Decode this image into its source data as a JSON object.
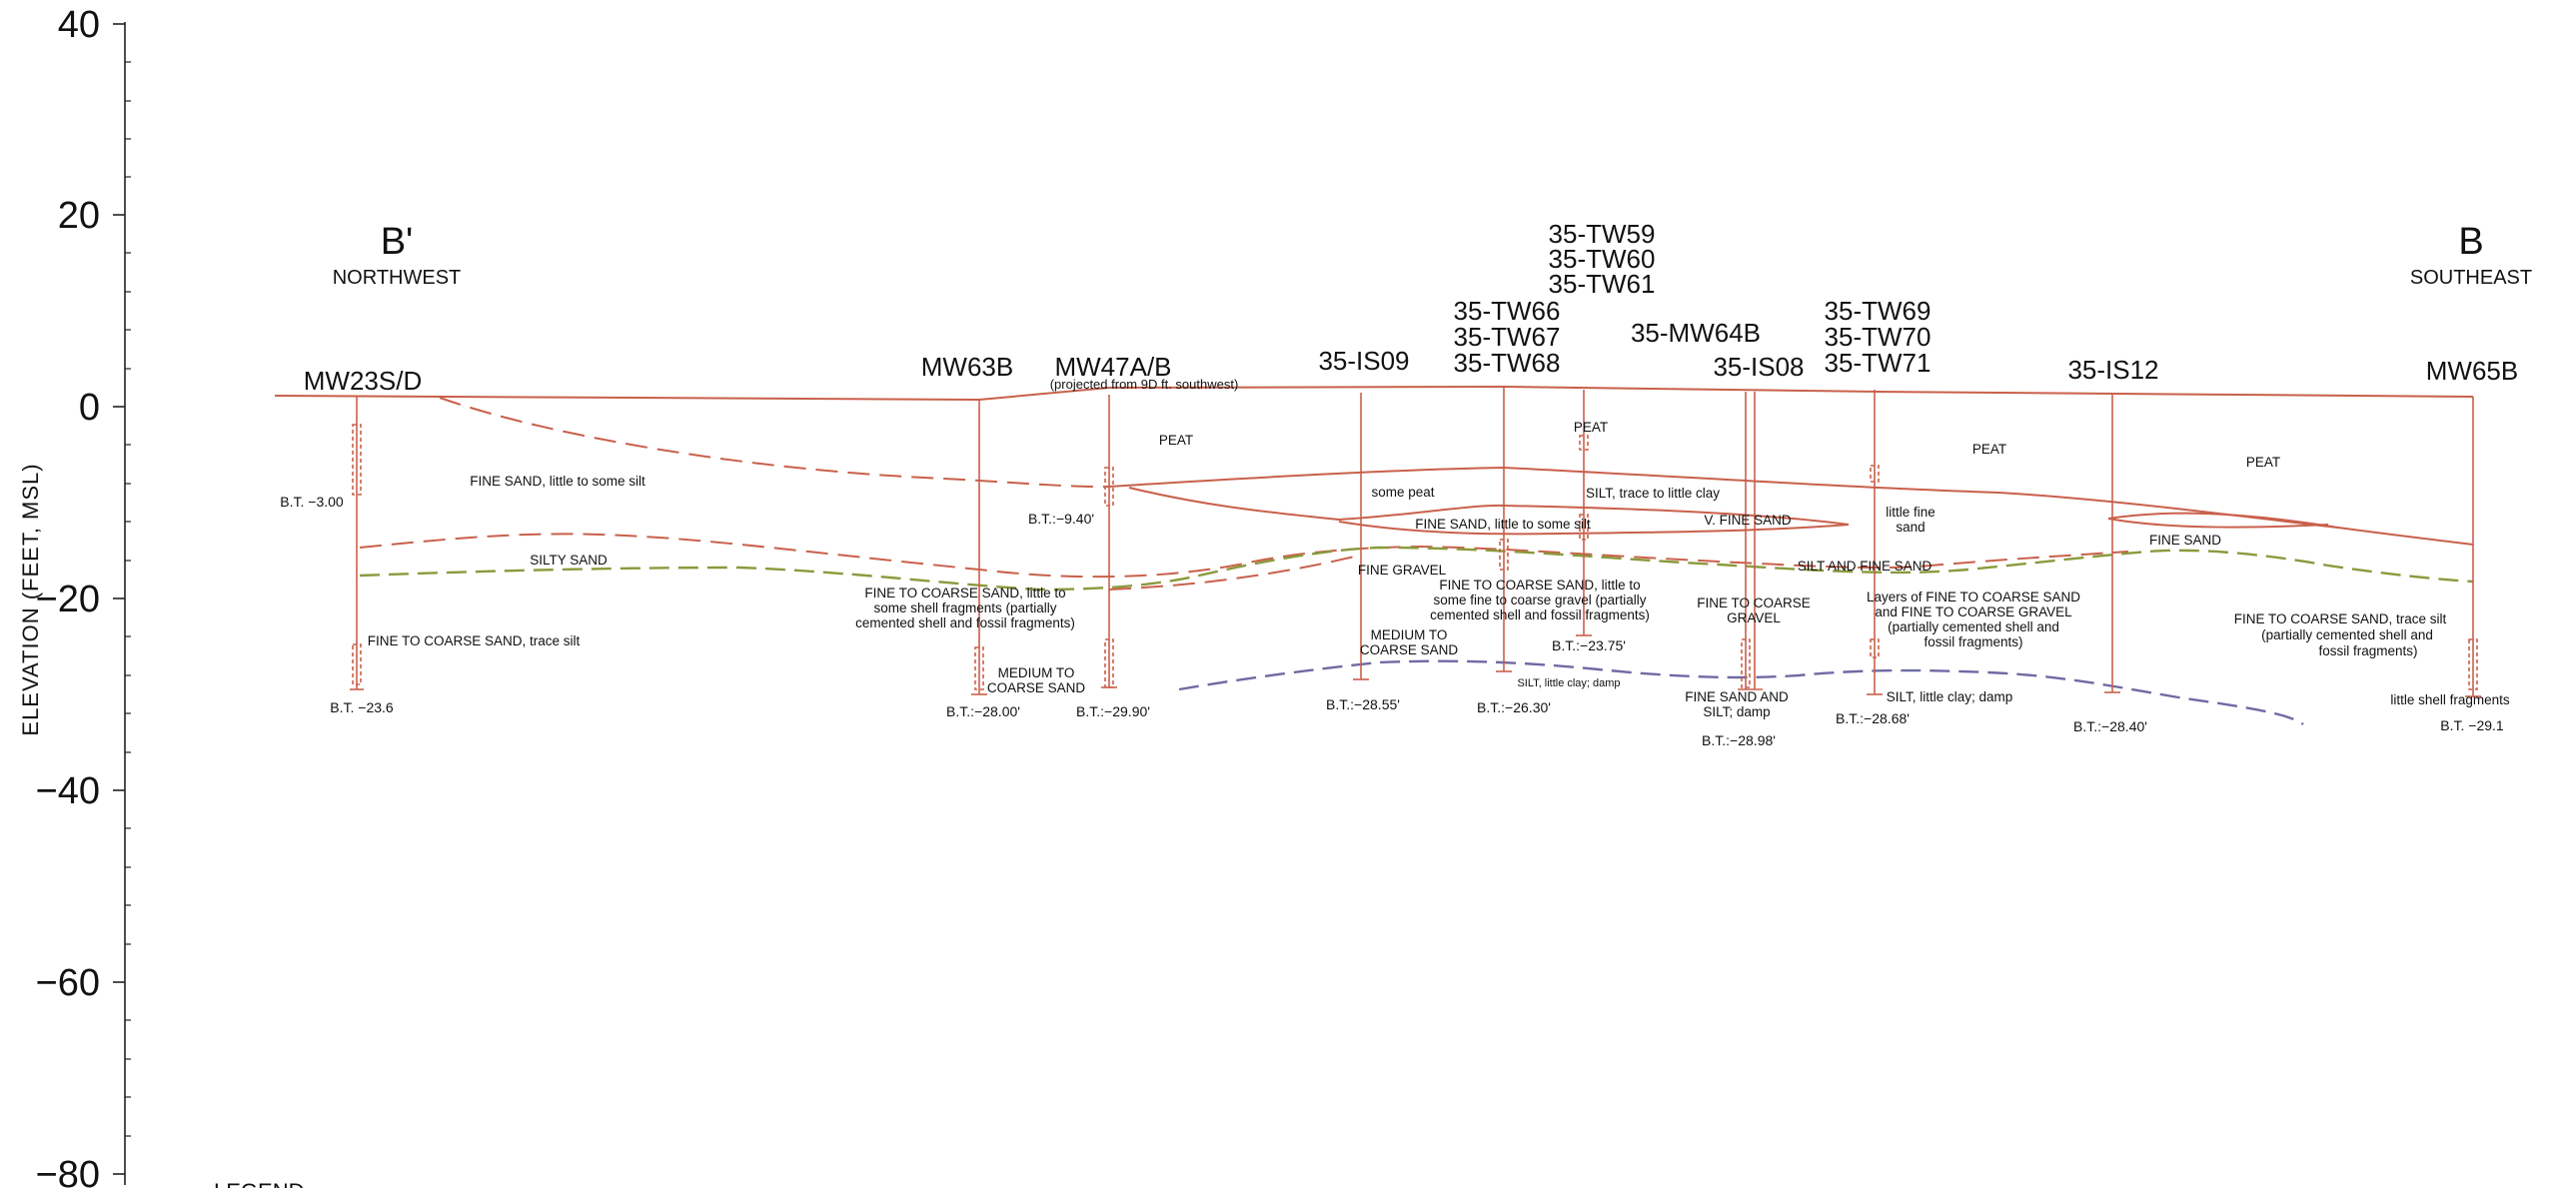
{
  "axis": {
    "ylabel": "ELEVATION (FEET, MSL)",
    "ticks": [
      "40",
      "20",
      "0",
      "−20",
      "−40",
      "−60",
      "−80"
    ]
  },
  "endpoints": {
    "left_letter": "B'",
    "left_dir": "NORTHWEST",
    "right_letter": "B",
    "right_dir": "SOUTHEAST"
  },
  "wells": {
    "mw23": "MW23S/D",
    "mw63b": "MW63B",
    "mw47": "MW47A/B",
    "mw47_note": "(projected from 9D ft. southwest)",
    "is09": "35-IS09",
    "tw66": "35-TW66",
    "tw67": "35-TW67",
    "tw68": "35-TW68",
    "tw59": "35-TW59",
    "tw60": "35-TW60",
    "tw61": "35-TW61",
    "mw64b": "35-MW64B",
    "is08": "35-IS08",
    "tw69": "35-TW69",
    "tw70": "35-TW70",
    "tw71": "35-TW71",
    "is12": "35-IS12",
    "mw65b": "MW65B"
  },
  "bottom_depths": {
    "mw23_upper": "B.T. −3.00",
    "mw23_lower": "B.T. −23.6",
    "mw47_upper": "B.T.:−9.40'",
    "mw63b": "B.T.:−28.00'",
    "mw47_lower": "B.T.:−29.90'",
    "is09": "B.T.:−28.55'",
    "tw66": "B.T.:−26.30'",
    "tw59": "B.T.:−23.75'",
    "is08": "B.T.:−28.98'",
    "tw69": "B.T.:−28.68'",
    "is12": "B.T.:−28.40'",
    "mw65b": "B.T. −29.1"
  },
  "soil_units": {
    "fine_sand_silt": "FINE SAND, little to some silt",
    "silty_sand": "SILTY SAND",
    "fcs_trace_silt": "FINE TO COARSE SAND, trace silt",
    "fcs_shell_1": "FINE TO COARSE SAND, little to",
    "fcs_shell_2": "some shell fragments (partially",
    "fcs_shell_3": "cemented shell and fossil fragments)",
    "med_coarse_1": "MEDIUM TO",
    "med_coarse_2": "COARSE SAND",
    "peat_1": "PEAT",
    "some_peat": "some peat",
    "fine_sand_silt_2": "FINE SAND, little to some silt",
    "fine_gravel": "FINE GRAVEL",
    "fcs_gravel_1": "FINE TO COARSE SAND, little to",
    "fcs_gravel_2": "some fine to coarse gravel (partially",
    "fcs_gravel_3": "cemented shell and fossil fragments)",
    "med_coarse_3": "MEDIUM TO",
    "med_coarse_4": "COARSE SAND",
    "silt_clay_damp": "SILT, little clay; damp",
    "peat_2": "PEAT",
    "silt_trace_clay": "SILT, trace to little clay",
    "v_fine_sand": "V. FINE SAND",
    "fine_to_coarse_gravel_1": "FINE TO COARSE",
    "fine_to_coarse_gravel_2": "GRAVEL",
    "fine_sand_silt_damp_1": "FINE SAND AND",
    "fine_sand_silt_damp_2": "SILT; damp",
    "silt_fine_sand": "SILT AND FINE SAND",
    "little_fine_sand_1": "little fine",
    "little_fine_sand_2": "sand",
    "layers_1": "Layers of FINE TO COARSE SAND",
    "layers_2": "and FINE TO COARSE GRAVEL",
    "layers_3": "(partially cemented shell and",
    "layers_4": "fossil fragments)",
    "silt_clay_damp_2": "SILT, little clay; damp",
    "peat_3": "PEAT",
    "peat_4": "PEAT",
    "fine_sand": "FINE SAND",
    "fcs_trace_silt_2": "FINE TO COARSE SAND, trace silt",
    "fcs_trace_silt_3": "(partially cemented shell and",
    "fcs_trace_silt_4": "fossil fragments)",
    "little_shell": "little shell fragments"
  },
  "legend": {
    "title": "LEGEND"
  },
  "colors": {
    "contact": "#c9604b",
    "groundwater": "#8a9a3c",
    "lower_contact": "#6f6aa3"
  }
}
